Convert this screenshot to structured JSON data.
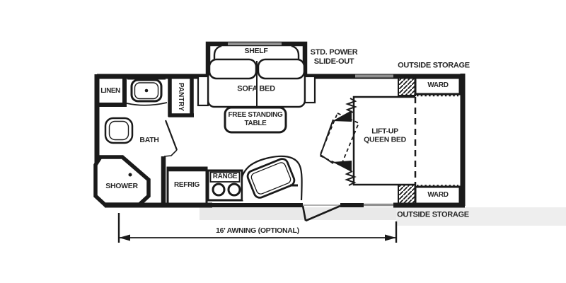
{
  "title": "Travel trailer floor plan",
  "colors": {
    "wall": "#1a1a1a",
    "window": "#909090",
    "awning_band": "#e9e9e9",
    "background": "#ffffff",
    "text": "#262626"
  },
  "labels": {
    "shelf": "SHELF",
    "slide_out": "STD. POWER\nSLIDE-OUT",
    "outside_storage_top": "OUTSIDE STORAGE",
    "outside_storage_bottom": "OUTSIDE STORAGE",
    "ward_top": "WARD",
    "ward_bottom": "WARD",
    "linen": "LINEN",
    "pantry": "PANTRY",
    "bath": "BATH",
    "shower": "SHOWER",
    "sofa_bed": "SOFA BED",
    "free_standing_table": "FREE STANDING\nTABLE",
    "refrig": "REFRIG",
    "range": "RANGE",
    "queen_bed": "LIFT-UP\nQUEEN BED",
    "awning": "16' AWNING (OPTIONAL)"
  }
}
